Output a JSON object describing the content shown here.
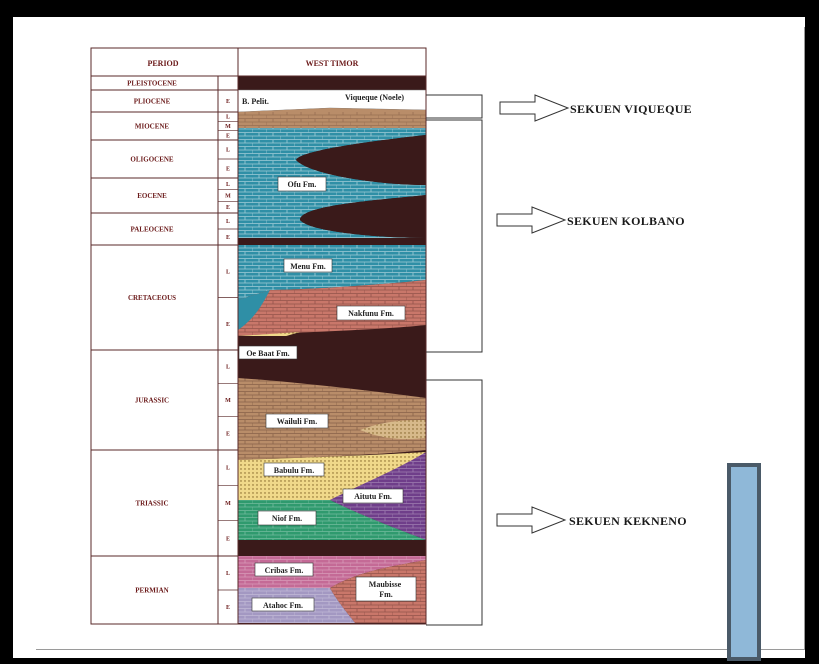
{
  "table": {
    "header_period": "PERIOD",
    "header_region": "WEST TIMOR"
  },
  "periods": [
    {
      "id": "pleistocene",
      "label": "PLEISTOCENE",
      "subdivisions": [
        ""
      ]
    },
    {
      "id": "pliocene",
      "label": "PLIOCENE",
      "subdivisions": [
        "E"
      ]
    },
    {
      "id": "miocene",
      "label": "MIOCENE",
      "subdivisions": [
        "L",
        "M",
        "E"
      ]
    },
    {
      "id": "oligocene",
      "label": "OLIGOCENE",
      "subdivisions": [
        "L",
        "E"
      ]
    },
    {
      "id": "eocene",
      "label": "EOCENE",
      "subdivisions": [
        "L",
        "M",
        "E"
      ]
    },
    {
      "id": "paleocene",
      "label": "PALEOCENE",
      "subdivisions": [
        "L",
        "E"
      ]
    },
    {
      "id": "cretaceous",
      "label": "CRETACEOUS",
      "subdivisions": [
        "L",
        "E"
      ]
    },
    {
      "id": "jurassic",
      "label": "JURASSIC",
      "subdivisions": [
        "L",
        "M",
        "E"
      ]
    },
    {
      "id": "triassic",
      "label": "TRIASSIC",
      "subdivisions": [
        "L",
        "M",
        "E"
      ]
    },
    {
      "id": "permian",
      "label": "PERMIAN",
      "subdivisions": [
        "L",
        "E"
      ]
    }
  ],
  "formations": {
    "b_pelit": "B. Pelit.",
    "viqueque": "Viqueque (Noele)",
    "ofu": "Ofu Fm.",
    "menu": "Menu Fm.",
    "nakfunu": "Nakfunu Fm.",
    "oe_baat": "Oe Baat Fm.",
    "wailuli": "Wailuli Fm.",
    "babulu": "Babulu Fm.",
    "aitutu": "Aitutu Fm.",
    "niof": "Niof Fm.",
    "cribas": "Cribas Fm.",
    "maubisse": "Maubisse Fm.",
    "atahoc": "Atahoc Fm."
  },
  "sequences": [
    {
      "id": "viqueque",
      "label": "SEKUEN VIQUEQUE"
    },
    {
      "id": "kolbano",
      "label": "SEKUEN KOLBANO"
    },
    {
      "id": "kekneno",
      "label": "SEKUEN KEKNENO"
    }
  ],
  "colors": {
    "frame": "#000000",
    "period_text": "#6b1a1a",
    "dark_brown": "#3a1a1a",
    "teal": "#2f8fa6",
    "salmon": "#c9776a",
    "tan": "#b98d69",
    "yellow": "#f0d98a",
    "purple": "#6f3e8a",
    "green": "#2f9a6e",
    "pink": "#c46a96",
    "lavender": "#a398c2",
    "blue_bar": "#8fb8d8",
    "blue_bar_border": "#4a5a68"
  }
}
